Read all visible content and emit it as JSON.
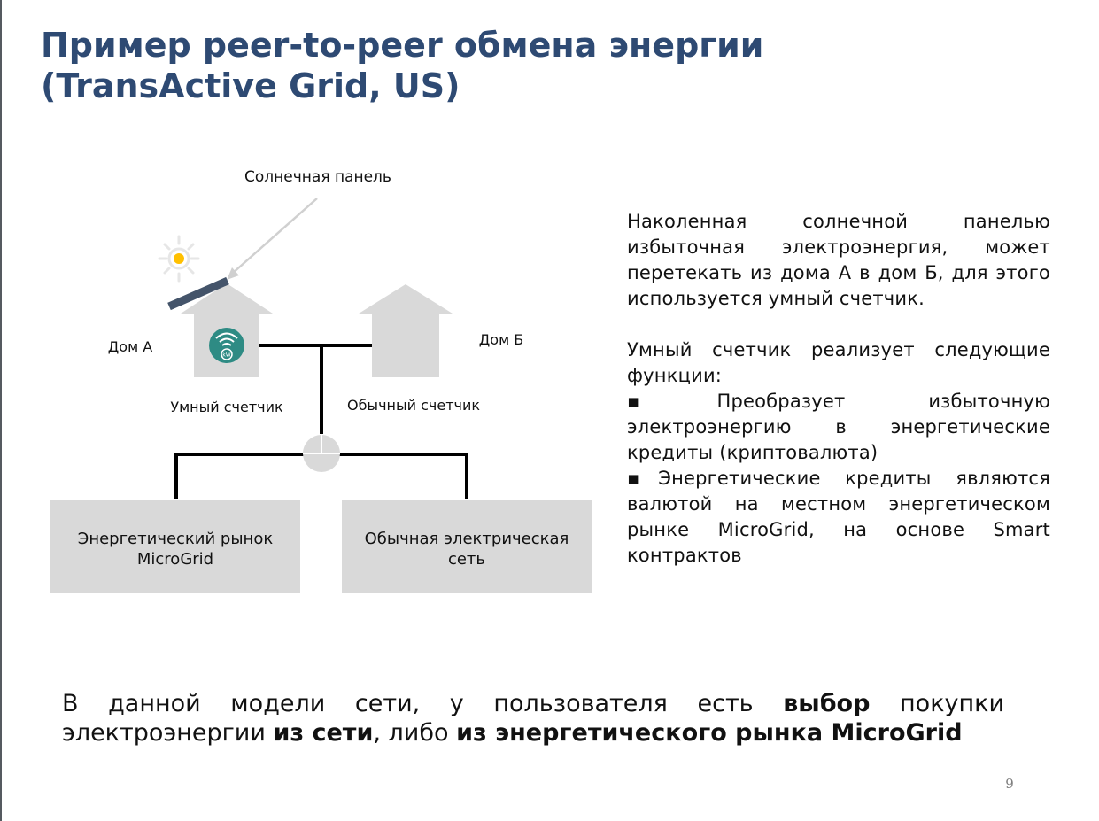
{
  "slide": {
    "title_line1": "Пример peer-to-peer обмена энергии",
    "title_line2": "(TransActive Grid, US)",
    "page_number": "9"
  },
  "diagram": {
    "solar_panel_label": "Солнечная панель",
    "house_a_label": "Дом А",
    "house_b_label": "Дом Б",
    "smart_meter_label": "Умный счетчик",
    "regular_meter_label": "Обычный счетчик",
    "meter_icon_text": "kW",
    "market_box_line1": "Энергетический рынок",
    "market_box_line2": "MicroGrid",
    "grid_box_line1": "Обычная электрическая",
    "grid_box_line2": "сеть"
  },
  "description": {
    "para1": "Наколенная солнечной панелью избыточная электроэнергия, может перетекать из дома А в дом Б, для этого используется умный счетчик.",
    "para2": "Умный счетчик реализует следующие функции:",
    "bullet1": "Преобразует избыточную электроэнергию в энергетические кредиты (криптовалюта)",
    "bullet2": "Энергетические кредиты являются валютой на местном энергетическом рынке MicroGrid, на основе Smart контрактов"
  },
  "summary": {
    "part1": "В данной модели сети, у пользователя есть ",
    "bold1": "выбор",
    "part2": " покупки электроэнергии ",
    "bold2": "из сети",
    "part3": ", либо ",
    "bold3": "из энергетического рынка MicroGrid"
  },
  "colors": {
    "title": "#2e4a73",
    "house_fill": "#d9d9d9",
    "panel": "#44546a",
    "sun": "#ffc000",
    "meter_icon": "#2e8b84",
    "wire": "#000000"
  }
}
